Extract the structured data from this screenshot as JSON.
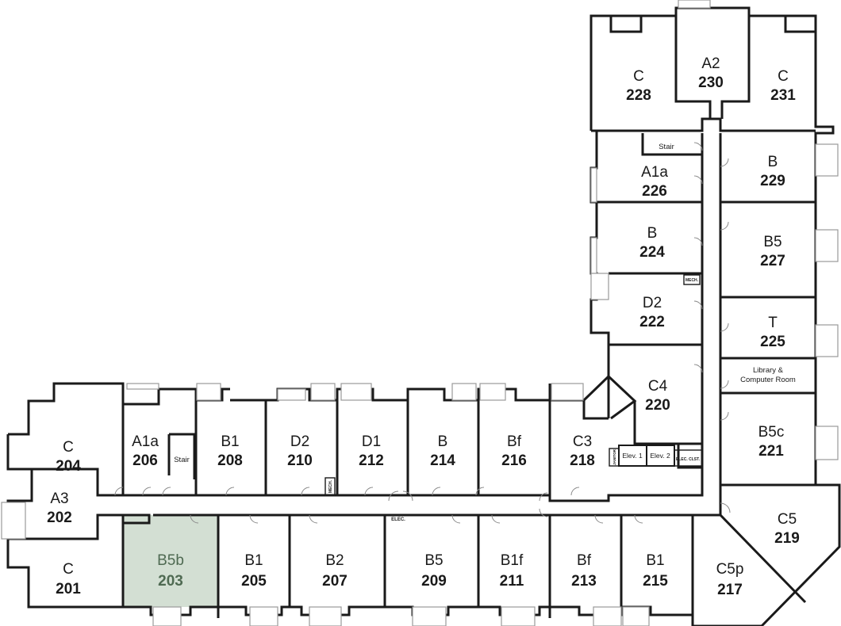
{
  "units": [
    {
      "id": "u204",
      "code": "C",
      "number": "204"
    },
    {
      "id": "u206",
      "code": "A1a",
      "number": "206"
    },
    {
      "id": "u208",
      "code": "B1",
      "number": "208"
    },
    {
      "id": "u210",
      "code": "D2",
      "number": "210"
    },
    {
      "id": "u212",
      "code": "D1",
      "number": "212"
    },
    {
      "id": "u214",
      "code": "B",
      "number": "214"
    },
    {
      "id": "u216",
      "code": "Bf",
      "number": "216"
    },
    {
      "id": "u218",
      "code": "C3",
      "number": "218"
    },
    {
      "id": "u202",
      "code": "A3",
      "number": "202"
    },
    {
      "id": "u201",
      "code": "C",
      "number": "201"
    },
    {
      "id": "u203",
      "code": "B5b",
      "number": "203",
      "highlighted": true
    },
    {
      "id": "u205",
      "code": "B1",
      "number": "205"
    },
    {
      "id": "u207",
      "code": "B2",
      "number": "207"
    },
    {
      "id": "u209",
      "code": "B5",
      "number": "209"
    },
    {
      "id": "u211",
      "code": "B1f",
      "number": "211"
    },
    {
      "id": "u213",
      "code": "Bf",
      "number": "213"
    },
    {
      "id": "u215",
      "code": "B1",
      "number": "215"
    },
    {
      "id": "u217",
      "code": "C5p",
      "number": "217"
    },
    {
      "id": "u219",
      "code": "C5",
      "number": "219"
    },
    {
      "id": "u221",
      "code": "B5c",
      "number": "221"
    },
    {
      "id": "u225",
      "code": "T",
      "number": "225"
    },
    {
      "id": "u227",
      "code": "B5",
      "number": "227"
    },
    {
      "id": "u229",
      "code": "B",
      "number": "229"
    },
    {
      "id": "u231",
      "code": "C",
      "number": "231"
    },
    {
      "id": "u230",
      "code": "A2",
      "number": "230"
    },
    {
      "id": "u228",
      "code": "C",
      "number": "228"
    },
    {
      "id": "u226",
      "code": "A1a",
      "number": "226"
    },
    {
      "id": "u224",
      "code": "B",
      "number": "224"
    },
    {
      "id": "u222",
      "code": "D2",
      "number": "222"
    },
    {
      "id": "u220",
      "code": "C4",
      "number": "220"
    }
  ],
  "service_labels": {
    "stair_west": "Stair",
    "stair_north": "Stair",
    "library_line1": "Library &",
    "library_line2": "Computer Room",
    "elev1": "Elev. 1",
    "elev2": "Elev. 2",
    "elec_corridor": "ELEC.",
    "elec_closet": "ELEC. CLST.",
    "mech_west": "MECH.",
    "mech_north": "MECH.",
    "janitor": "JANITOR"
  },
  "colors": {
    "highlight_fill": "#d3dfd3",
    "highlight_text": "#4f6a52",
    "wall": "#1a1a1a"
  }
}
